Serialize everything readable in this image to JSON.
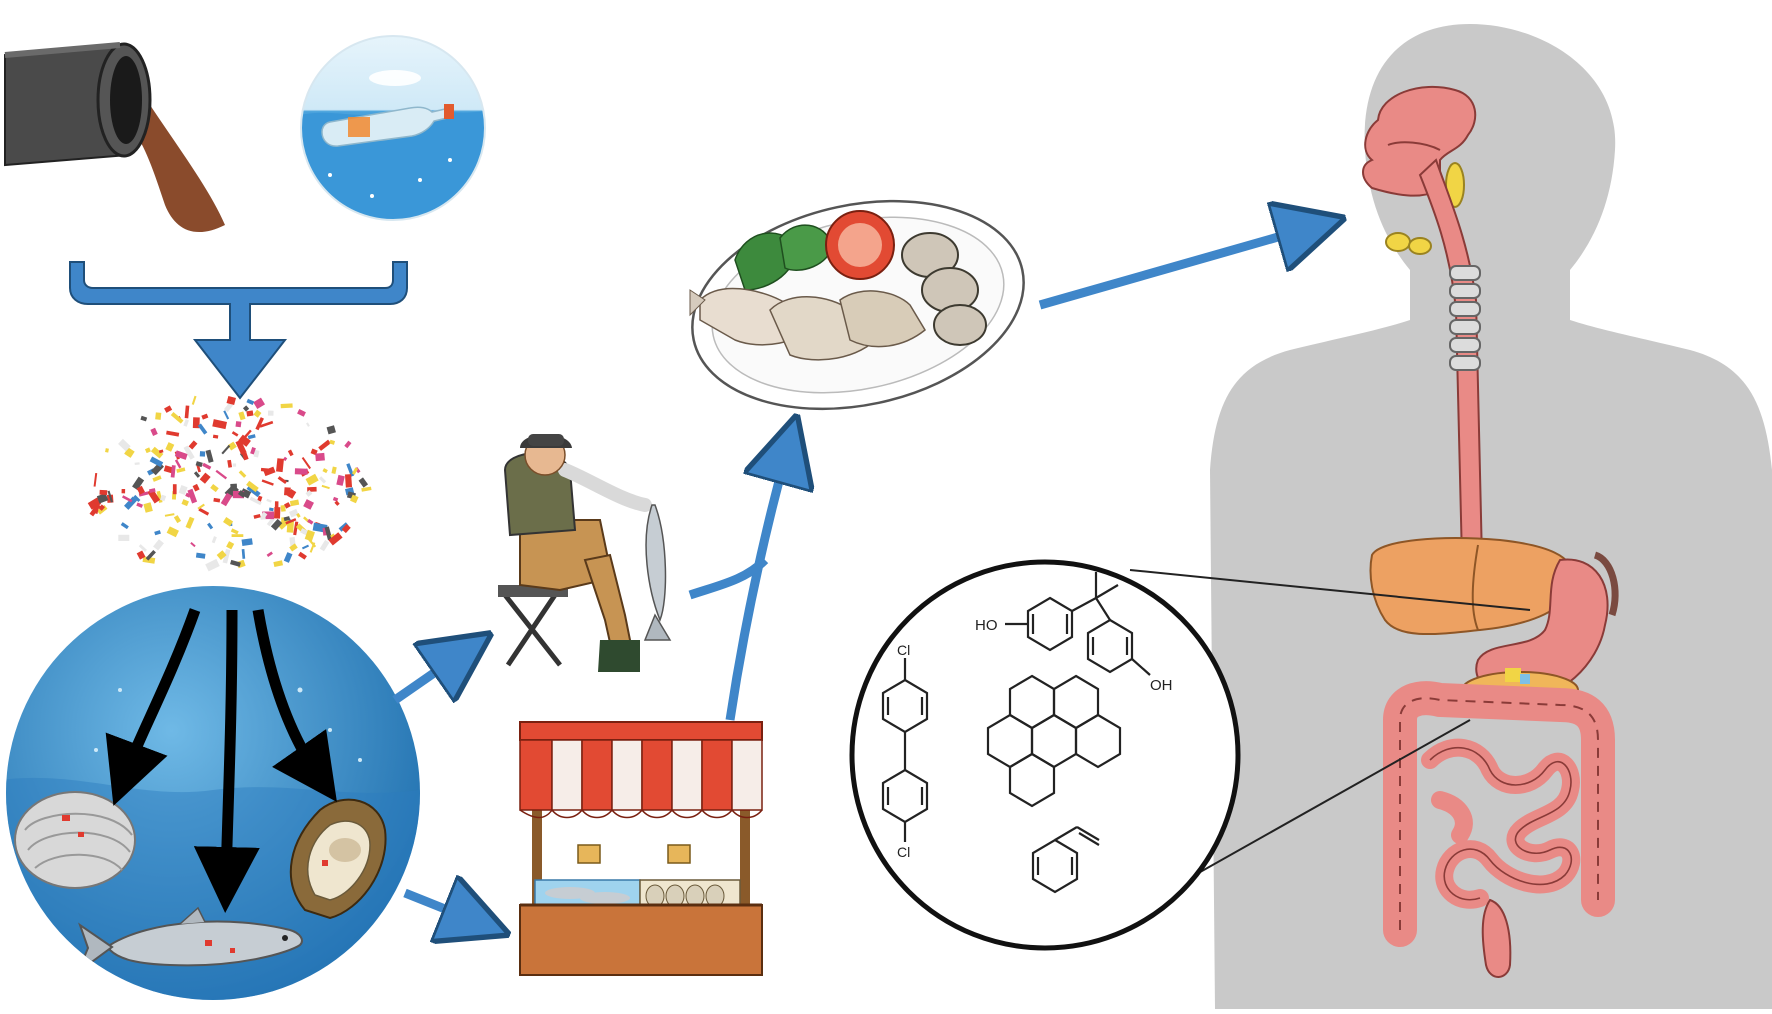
{
  "colors": {
    "arrow_blue": "#3f86c9",
    "arrow_dark": "#1f4f7a",
    "water_blue": "#2f86c8",
    "water_light": "#6fb9e6",
    "body_gray": "#c9c9c9",
    "pipe_gray": "#4a4a4a",
    "sewage_brown": "#8a4b2c",
    "organ_pink": "#e98a86",
    "liver_orange": "#eda162",
    "awning_red": "#e24a33"
  },
  "chemicals": {
    "bpa_oh_left": "HO",
    "bpa_oh_right": "OH",
    "pcb_cl_top": "Cl",
    "pcb_cl_bottom": "Cl"
  }
}
